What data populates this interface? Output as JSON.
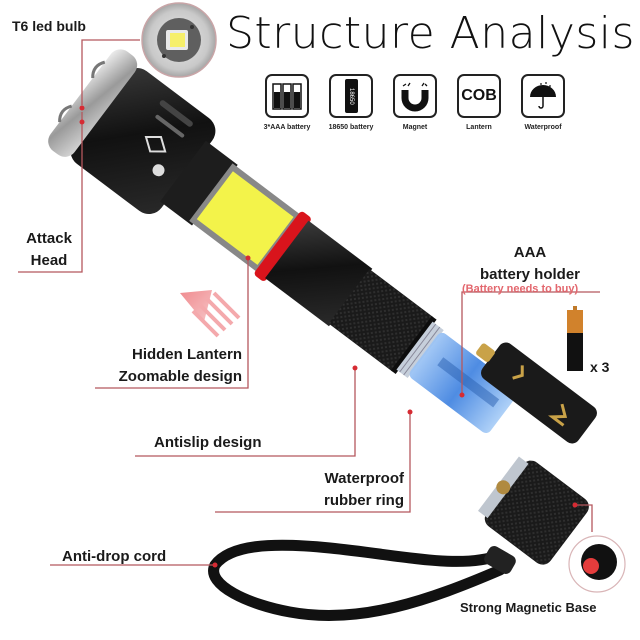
{
  "title": "Structure Analysis",
  "features": [
    {
      "icon": "aaa-battery-icon",
      "label": "3*AAA battery"
    },
    {
      "icon": "18650-battery-icon",
      "label": "18650 battery",
      "battery_text": "18650"
    },
    {
      "icon": "magnet-icon",
      "label": "Magnet"
    },
    {
      "icon": "cob-icon",
      "label": "Lantern",
      "icon_text": "COB"
    },
    {
      "icon": "umbrella-icon",
      "label": "Waterproof"
    }
  ],
  "callouts": {
    "led": "T6 led bulb",
    "attack_head_line1": "Attack",
    "attack_head_line2": "Head",
    "lantern_line1": "Hidden Lantern",
    "lantern_line2": "Zoomable design",
    "antislip": "Antislip design",
    "waterproof_line1": "Waterproof",
    "waterproof_line2": "rubber ring",
    "cord": "Anti-drop cord",
    "magnetic_base": "Strong Magnetic Base",
    "battery_holder_line1": "AAA",
    "battery_holder_line2": "battery holder",
    "battery_note": "(Battery needs to buy)",
    "battery_count": "x 3"
  },
  "colors": {
    "callout_line": "#b5575d",
    "callout_dot": "#d62b33",
    "cob_yellow": "#f3f34a",
    "red_ring": "#d9141c",
    "body_black": "#151515",
    "tube_blue": "#5b9ae8"
  }
}
